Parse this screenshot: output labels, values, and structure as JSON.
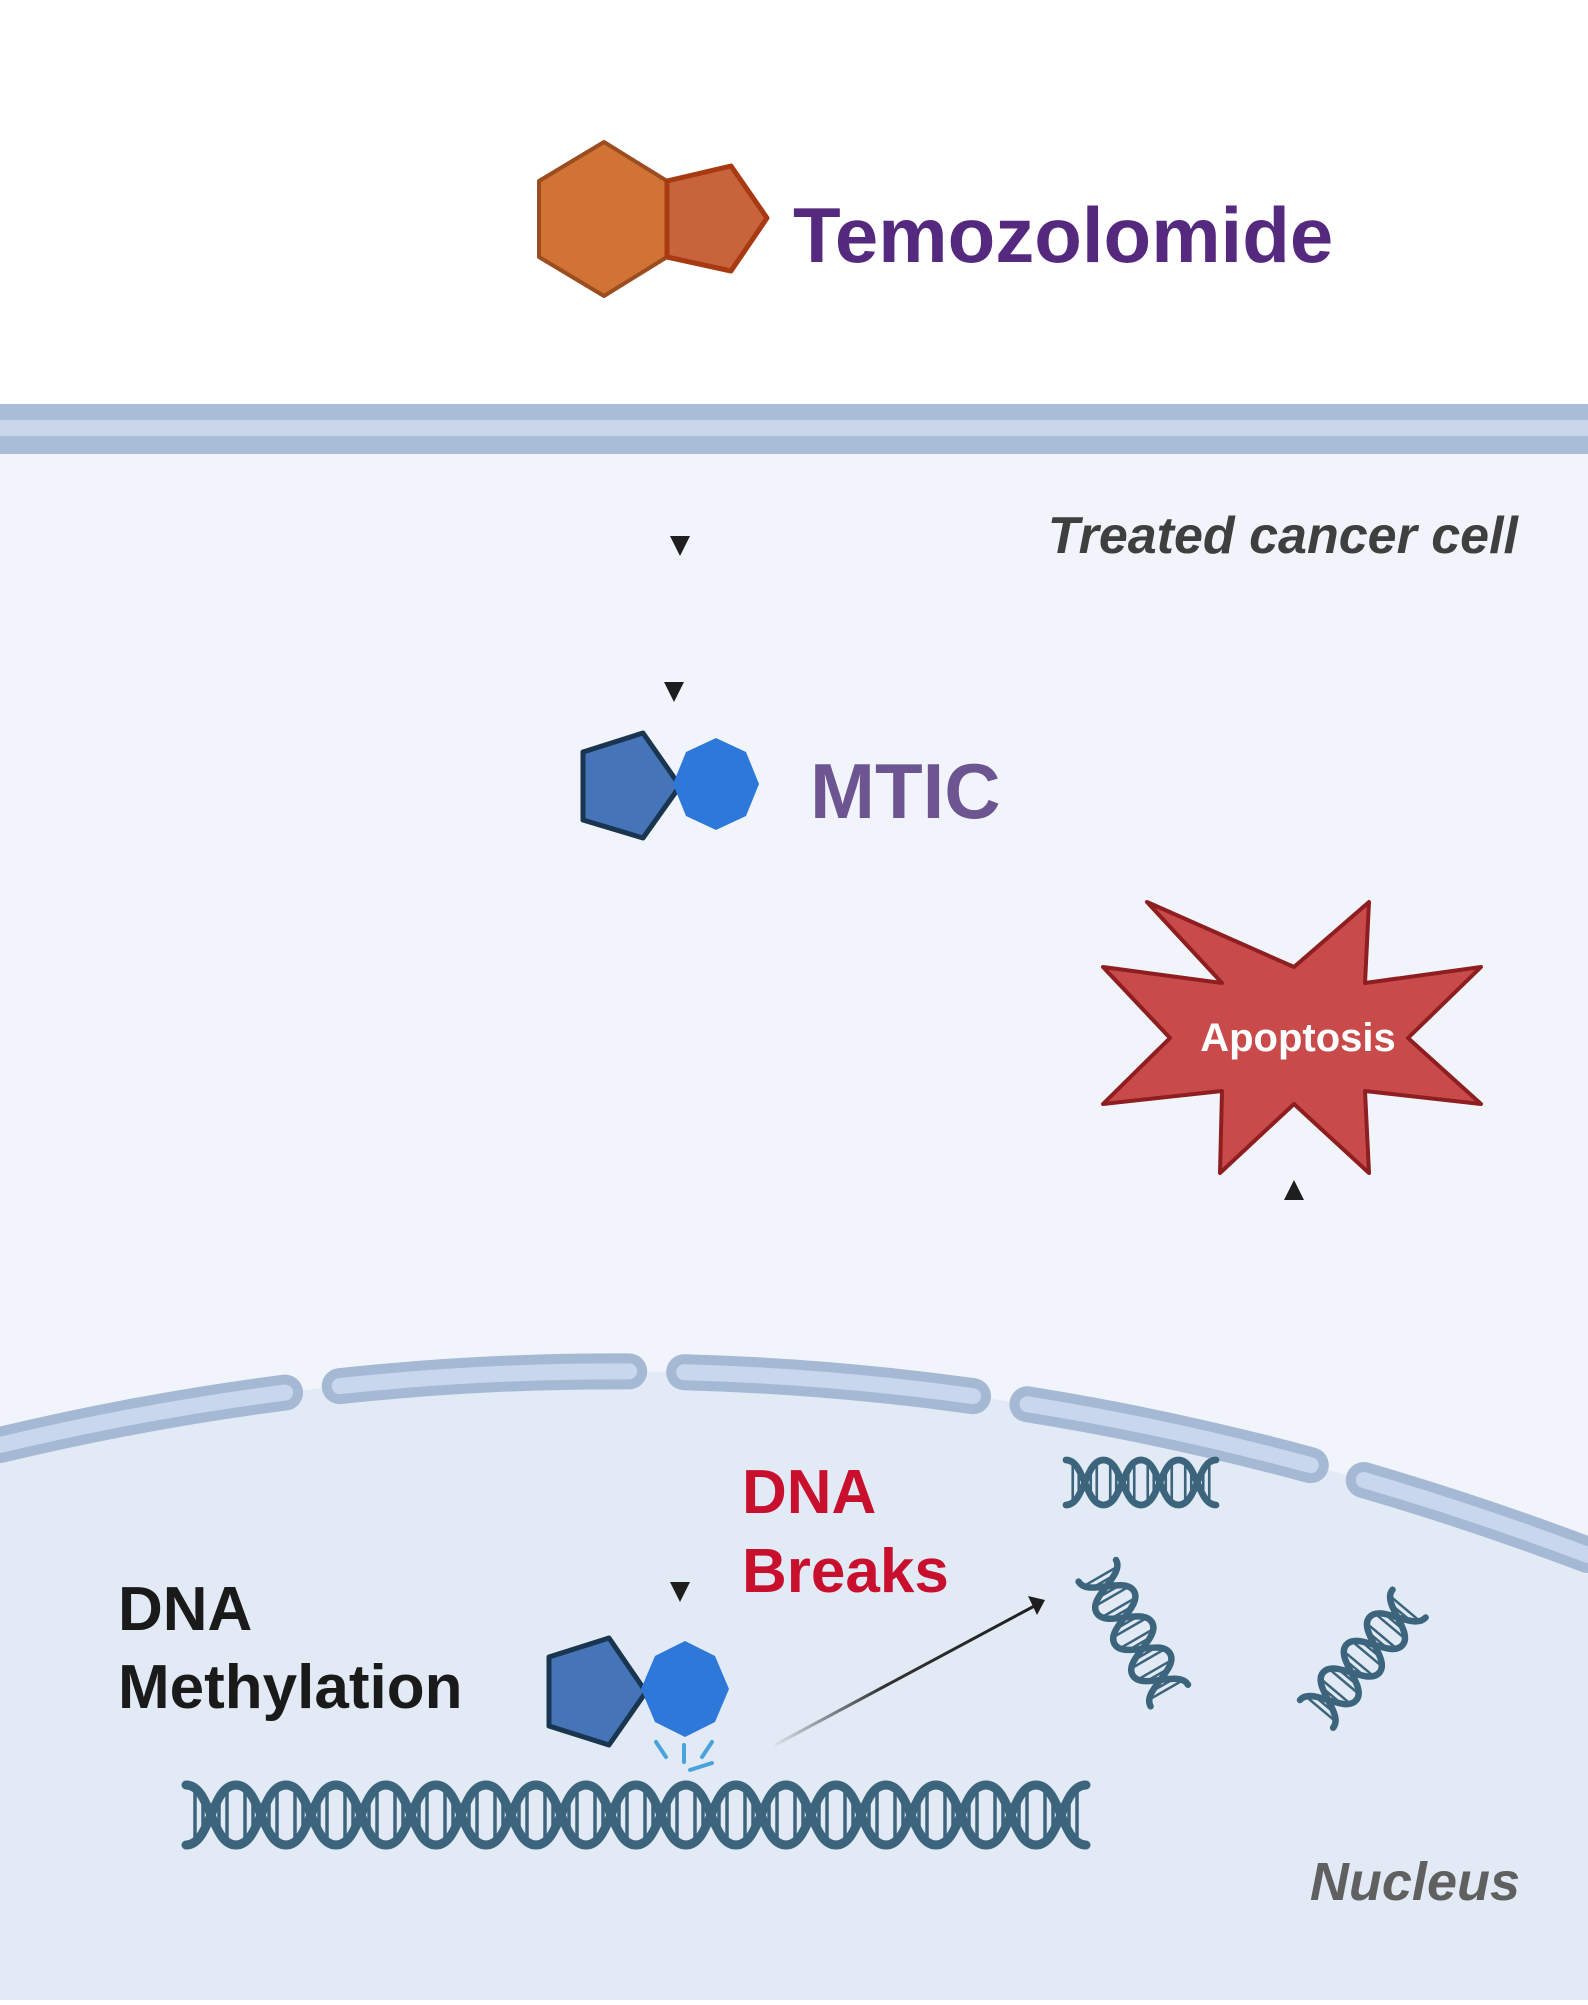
{
  "labels": {
    "drug": "Temozolomide",
    "metabolite": "MTIC",
    "cell": "Treated cancer cell",
    "methylation_line1": "DNA",
    "methylation_line2": "Methylation",
    "breaks_line1": "DNA",
    "breaks_line2": "Breaks",
    "outcome": "Apoptosis",
    "nucleus": "Nucleus"
  },
  "colors": {
    "drug_label": "#552a7e",
    "metabolite_label": "#6c5590",
    "cell_label": "#3f3f3f",
    "methylation_label": "#1a1a1a",
    "breaks_label": "#c8102e",
    "outcome_label": "#ffffff",
    "nucleus_label": "#606060",
    "cytoplasm": "#f1f5fb",
    "nucleoplasm": "#e1eaf5",
    "membrane": "#a9bcd8",
    "dna": "#3c657d",
    "drug_hexagon": "#d07335",
    "drug_pentagon": "#c8643b",
    "metabolite_pentagon": "#4575b8",
    "metabolite_heptagon": "#2e78da",
    "star": "#c94a4b"
  },
  "icons": [
    "hexagon-pentagon-molecule-icon",
    "pentagon-heptagon-molecule-icon",
    "dna-helix-icon",
    "broken-dna-icon",
    "apoptosis-burst-icon"
  ]
}
